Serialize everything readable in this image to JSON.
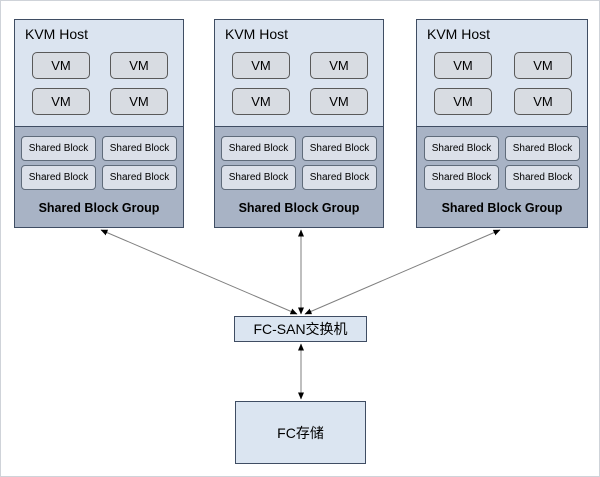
{
  "diagram": {
    "hosts": [
      {
        "title": "KVM Host",
        "vms": [
          "VM",
          "VM",
          "VM",
          "VM"
        ],
        "shared_blocks": [
          "Shared Block",
          "Shared Block",
          "Shared Block",
          "Shared Block"
        ],
        "group_label": "Shared Block Group"
      },
      {
        "title": "KVM Host",
        "vms": [
          "VM",
          "VM",
          "VM",
          "VM"
        ],
        "shared_blocks": [
          "Shared Block",
          "Shared Block",
          "Shared Block",
          "Shared Block"
        ],
        "group_label": "Shared Block Group"
      },
      {
        "title": "KVM Host",
        "vms": [
          "VM",
          "VM",
          "VM",
          "VM"
        ],
        "shared_blocks": [
          "Shared Block",
          "Shared Block",
          "Shared Block",
          "Shared Block"
        ],
        "group_label": "Shared Block Group"
      }
    ],
    "fc_san_switch": {
      "label": "FC-SAN交换机"
    },
    "fc_storage": {
      "label": "FC存储"
    },
    "colors": {
      "host_fill": "#dbe4f0",
      "shared_group_fill": "#a8b3c5",
      "vm_fill": "#d8dce2",
      "shared_block_fill": "#dbe0e9",
      "box_border": "#3f4d63",
      "connector_line": "#7f7f7f",
      "arrowhead": "#000000"
    }
  }
}
